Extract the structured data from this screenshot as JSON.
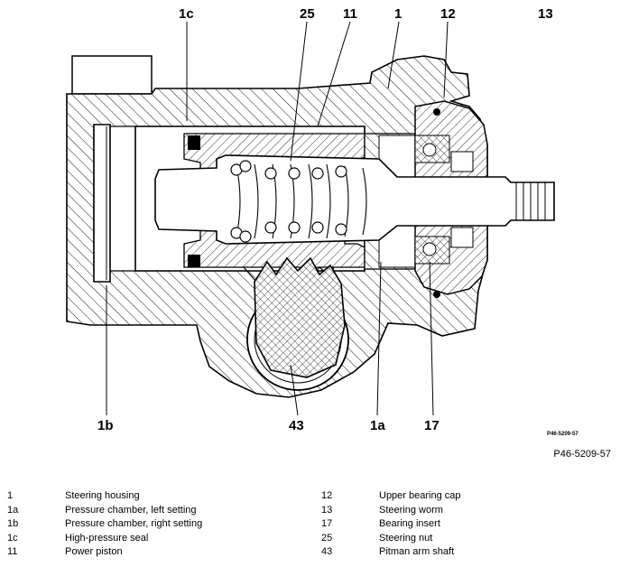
{
  "figure": {
    "callouts": {
      "c_1c": "1c",
      "c_25": "25",
      "c_11": "11",
      "c_1": "1",
      "c_12": "12",
      "c_13": "13",
      "c_1b": "1b",
      "c_43": "43",
      "c_1a": "1a",
      "c_17": "17"
    },
    "small_ref": "P46-5209-57",
    "ref_code": "P46-5209-57"
  },
  "legend": {
    "left": [
      {
        "num": "1",
        "desc": "Steering housing"
      },
      {
        "num": "1a",
        "desc": "Pressure chamber, left setting"
      },
      {
        "num": "1b",
        "desc": "Pressure chamber, right setting"
      },
      {
        "num": "1c",
        "desc": "High-pressure seal"
      },
      {
        "num": "11",
        "desc": "Power piston"
      }
    ],
    "right": [
      {
        "num": "12",
        "desc": "Upper bearing cap"
      },
      {
        "num": "13",
        "desc": "Steering worm"
      },
      {
        "num": "17",
        "desc": "Bearing insert"
      },
      {
        "num": "25",
        "desc": "Steering nut"
      },
      {
        "num": "43",
        "desc": "Pitman arm shaft"
      }
    ]
  }
}
